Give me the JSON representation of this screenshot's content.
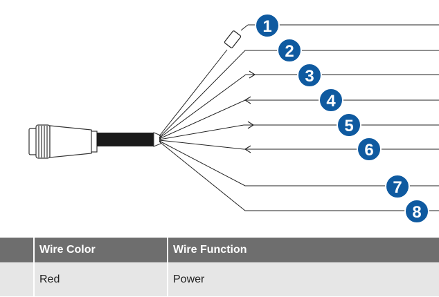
{
  "diagram": {
    "callouts": [
      "1",
      "2",
      "3",
      "4",
      "5",
      "6",
      "7",
      "8"
    ],
    "callout_color": "#0f5aa0",
    "wire_color": "#222222"
  },
  "table": {
    "headers": [
      "",
      "Wire Color",
      "Wire Function"
    ],
    "rows": [
      [
        "",
        "Red",
        "Power"
      ]
    ]
  }
}
